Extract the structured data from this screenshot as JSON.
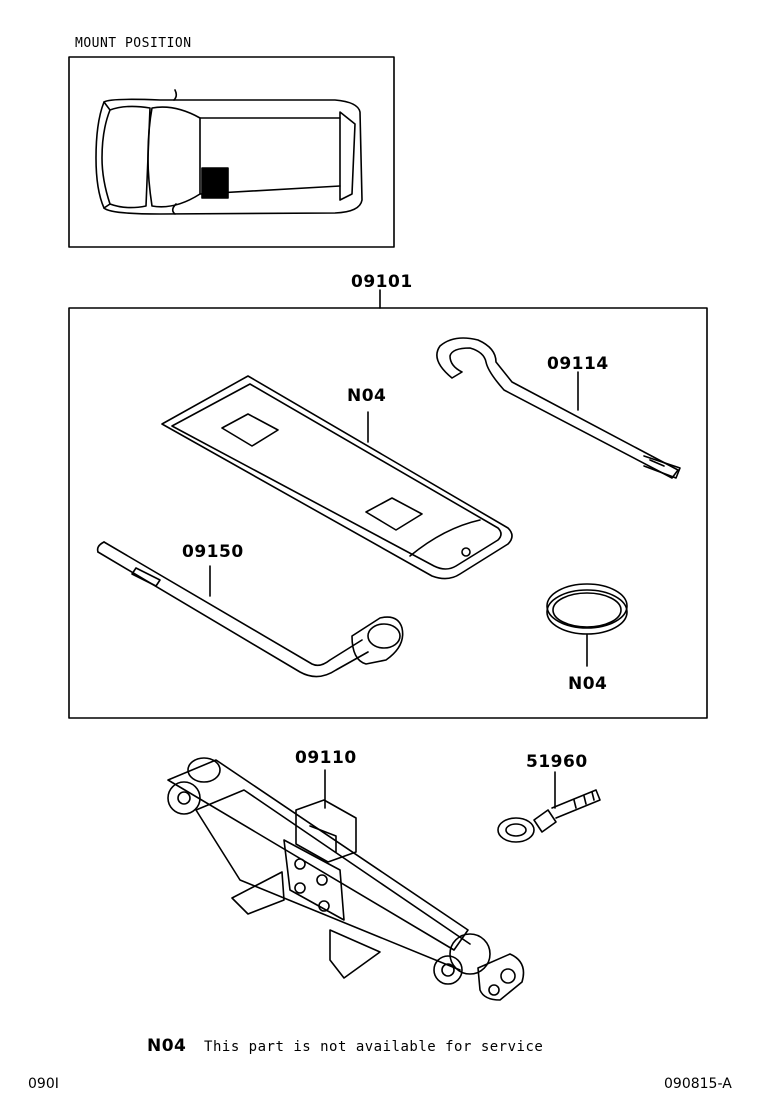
{
  "mount_position": {
    "title": "MOUNT POSITION"
  },
  "parts": {
    "kit": "09101",
    "tool_bag": "N04",
    "hook_rod": "09114",
    "wrench": "09150",
    "band": "N04",
    "jack": "09110",
    "tow_eye": "51960"
  },
  "note": {
    "code": "N04",
    "text": "This part is not available for service"
  },
  "footer": {
    "left": "090I",
    "right": "090815-A"
  }
}
